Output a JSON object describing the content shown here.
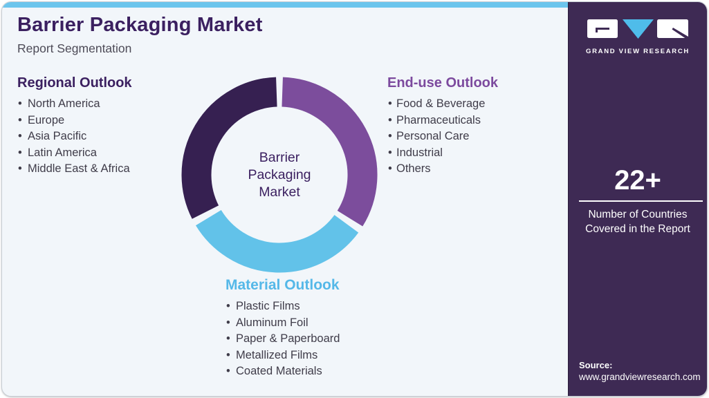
{
  "header": {
    "title": "Barrier Packaging Market",
    "subtitle": "Report Segmentation"
  },
  "sections": {
    "regional": {
      "heading": "Regional Outlook",
      "items": [
        "North America",
        "Europe",
        "Asia Pacific",
        "Latin America",
        "Middle East & Africa"
      ]
    },
    "end_use": {
      "heading": "End-use Outlook",
      "items": [
        "Food & Beverage",
        "Pharmaceuticals",
        "Personal Care",
        "Industrial",
        "Others"
      ]
    },
    "material": {
      "heading": "Material Outlook",
      "items": [
        "Plastic Films",
        "Aluminum Foil",
        "Paper & Paperboard",
        "Metallized Films",
        "Coated Materials"
      ]
    }
  },
  "donut": {
    "center_label": [
      "Barrier",
      "Packaging",
      "Market"
    ],
    "segments": [
      {
        "name": "end-use",
        "color": "#7C4D9C",
        "start_angle": 2,
        "end_angle": 121.8
      },
      {
        "name": "material",
        "color": "#62C2E9",
        "start_angle": 126.2,
        "end_angle": 238.8
      },
      {
        "name": "regional",
        "color": "#362051",
        "start_angle": 243.2,
        "end_angle": 358
      }
    ]
  },
  "sidebar": {
    "logo_text": "GRAND VIEW RESEARCH",
    "stat_value": "22+",
    "stat_label": "Number of Countries Covered in the Report",
    "source_label": "Source:",
    "source_url": "www.grandviewresearch.com"
  },
  "colors": {
    "accent_bar": "#6CC5ED",
    "card_bg": "#F2F6FA",
    "panel_bg": "#3E2A54",
    "title_text": "#3B2060",
    "regional_heading": "#3B2060",
    "end_use_heading": "#7C4A9E",
    "material_heading": "#55B8E8",
    "body_text": "#3F3C49",
    "donut_dark": "#362051",
    "donut_purple": "#7C4D9C",
    "donut_blue": "#62C2E9"
  }
}
